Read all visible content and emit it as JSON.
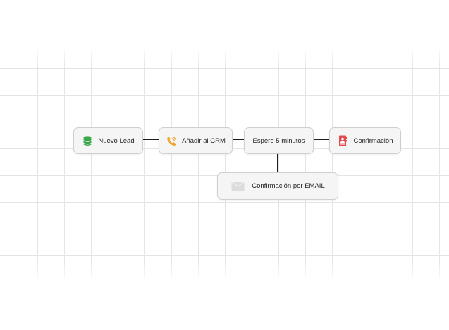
{
  "diagram": {
    "nodes": [
      {
        "id": "nuevo-lead",
        "label": "Nuevo Lead",
        "icon": "database-icon",
        "icon_color": "#3aa84a"
      },
      {
        "id": "anadir-crm",
        "label": "Añadir al CRM",
        "icon": "phone-icon",
        "icon_color": "#f0a42a"
      },
      {
        "id": "espere",
        "label": "Espere 5 minutos",
        "icon": "",
        "icon_color": ""
      },
      {
        "id": "confirmacion",
        "label": "Confirmación",
        "icon": "contact-book-icon",
        "icon_color": "#e04a4a"
      },
      {
        "id": "confirmacion-email",
        "label": "Confirmación por EMAIL",
        "icon": "envelope-icon",
        "icon_color": "#d9d9d9"
      }
    ],
    "edges": [
      {
        "from": "nuevo-lead",
        "to": "anadir-crm"
      },
      {
        "from": "anadir-crm",
        "to": "espere"
      },
      {
        "from": "espere",
        "to": "confirmacion"
      },
      {
        "from": "espere",
        "to": "confirmacion-email"
      }
    ],
    "colors": {
      "node_fill": "#f5f5f5",
      "node_border": "#cfcfcf",
      "connector": "#1f1f1f",
      "grid": "#e4e4e4"
    }
  }
}
